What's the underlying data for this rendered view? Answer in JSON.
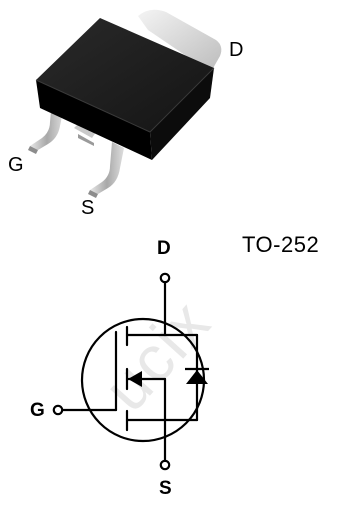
{
  "package": {
    "name": "TO-252",
    "pins": {
      "drain": "D",
      "gate": "G",
      "source": "S"
    }
  },
  "schematic": {
    "pins": {
      "drain": "D",
      "gate": "G",
      "source": "S"
    }
  },
  "watermark": "ucix",
  "colors": {
    "body": "#1a1a1a",
    "tab": "#d9d9d9",
    "lead": "#b8b8b8",
    "line": "#000000"
  }
}
